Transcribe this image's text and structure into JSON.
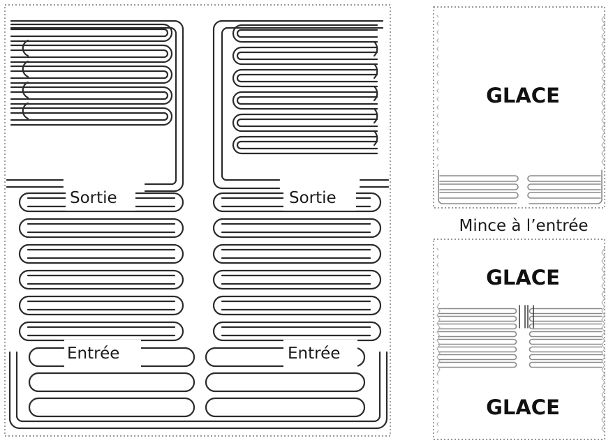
{
  "labels": {
    "sortie": "Sortie",
    "entree": "Entrée",
    "caption": "Mince à l’entrée",
    "glace": "GLACE"
  },
  "colors": {
    "tube": "#2b2b2b",
    "tube_light": "#8a8a8a",
    "border": "#777777"
  }
}
